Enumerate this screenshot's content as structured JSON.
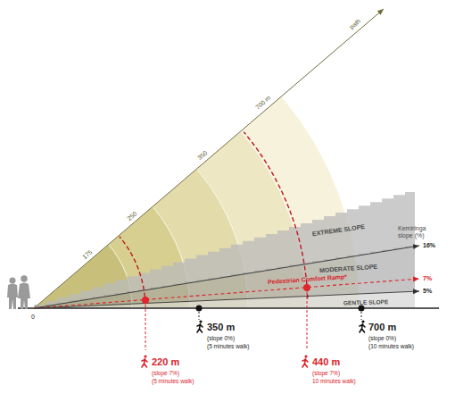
{
  "diagram": {
    "labels": [
      "175",
      "250",
      "350",
      "700 m",
      "path",
      "EXTREME SLOPE",
      "MODERATE SLOPE",
      "Pedestrian Comfort Ramp*",
      "GENTLE SLOPE",
      "Kemiringa slope (%)",
      "16%",
      "7%",
      "5%",
      "0",
      "350 m",
      "(slope 0%)",
      "(5 minutes walk)",
      "700 m",
      "(slope 0%)",
      "(10 minutes walk)",
      "220 m",
      "(slope 7%)",
      "(5 minutes walk)",
      "440 m",
      "(slope 7%)",
      "10 minutes walk)"
    ]
  }
}
